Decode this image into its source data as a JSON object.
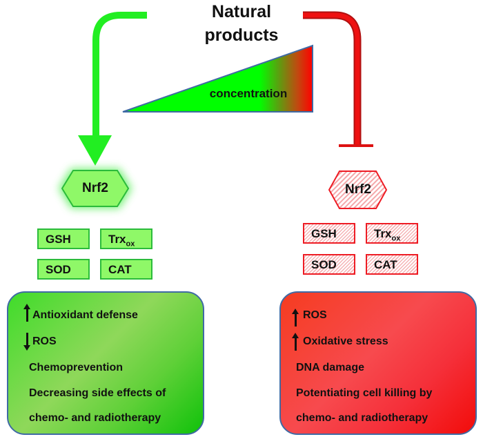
{
  "title": {
    "line1": "Natural",
    "line2": "products"
  },
  "gradient": {
    "label": "concentration",
    "colors": {
      "low": "#00ff00",
      "high": "#ff0000"
    }
  },
  "left": {
    "effect": "activation",
    "color": "#22ee22",
    "node": "Nrf2",
    "enzymes": [
      {
        "name": "GSH",
        "sub": ""
      },
      {
        "name": "Trx",
        "sub": "ox"
      },
      {
        "name": "SOD",
        "sub": ""
      },
      {
        "name": "CAT",
        "sub": ""
      }
    ],
    "outcomes": [
      {
        "arrow": "up",
        "text": "Antioxidant defense"
      },
      {
        "arrow": "down",
        "text": "ROS"
      },
      {
        "arrow": "",
        "text": "Chemoprevention"
      },
      {
        "arrow": "",
        "text": "Decreasing side effects of"
      },
      {
        "arrow": "",
        "text": "chemo- and radiotherapy"
      }
    ]
  },
  "right": {
    "effect": "inhibition",
    "color": "#ee1111",
    "node": "Nrf2",
    "enzymes": [
      {
        "name": "GSH",
        "sub": ""
      },
      {
        "name": "Trx",
        "sub": "ox"
      },
      {
        "name": "SOD",
        "sub": ""
      },
      {
        "name": "CAT",
        "sub": ""
      }
    ],
    "outcomes": [
      {
        "arrow": "up",
        "text": "ROS"
      },
      {
        "arrow": "up",
        "text": "Oxidative stress"
      },
      {
        "arrow": "",
        "text": "DNA damage"
      },
      {
        "arrow": "",
        "text": "Potentiating cell killing by"
      },
      {
        "arrow": "",
        "text": "chemo- and radiotherapy"
      }
    ]
  }
}
